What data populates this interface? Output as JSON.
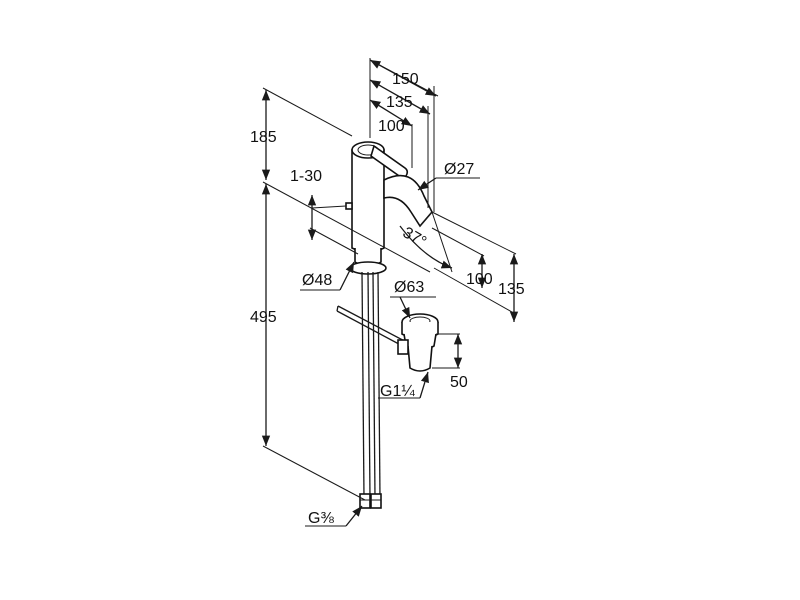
{
  "drawing": {
    "dimensions": {
      "top_height": "185",
      "adjust": "1-30",
      "lower_height": "495",
      "reach_150": "150",
      "reach_135": "135",
      "reach_100": "100",
      "spout_dia": "Ø27",
      "angle": "37°",
      "height_100": "100",
      "height_135": "135",
      "base_dia": "Ø48",
      "waste_dia": "Ø63",
      "waste_len": "50",
      "waste_thread": "G1¼",
      "supply_thread": "G⅜"
    },
    "colors": {
      "line": "#1a1a1a",
      "background": "#ffffff"
    }
  }
}
